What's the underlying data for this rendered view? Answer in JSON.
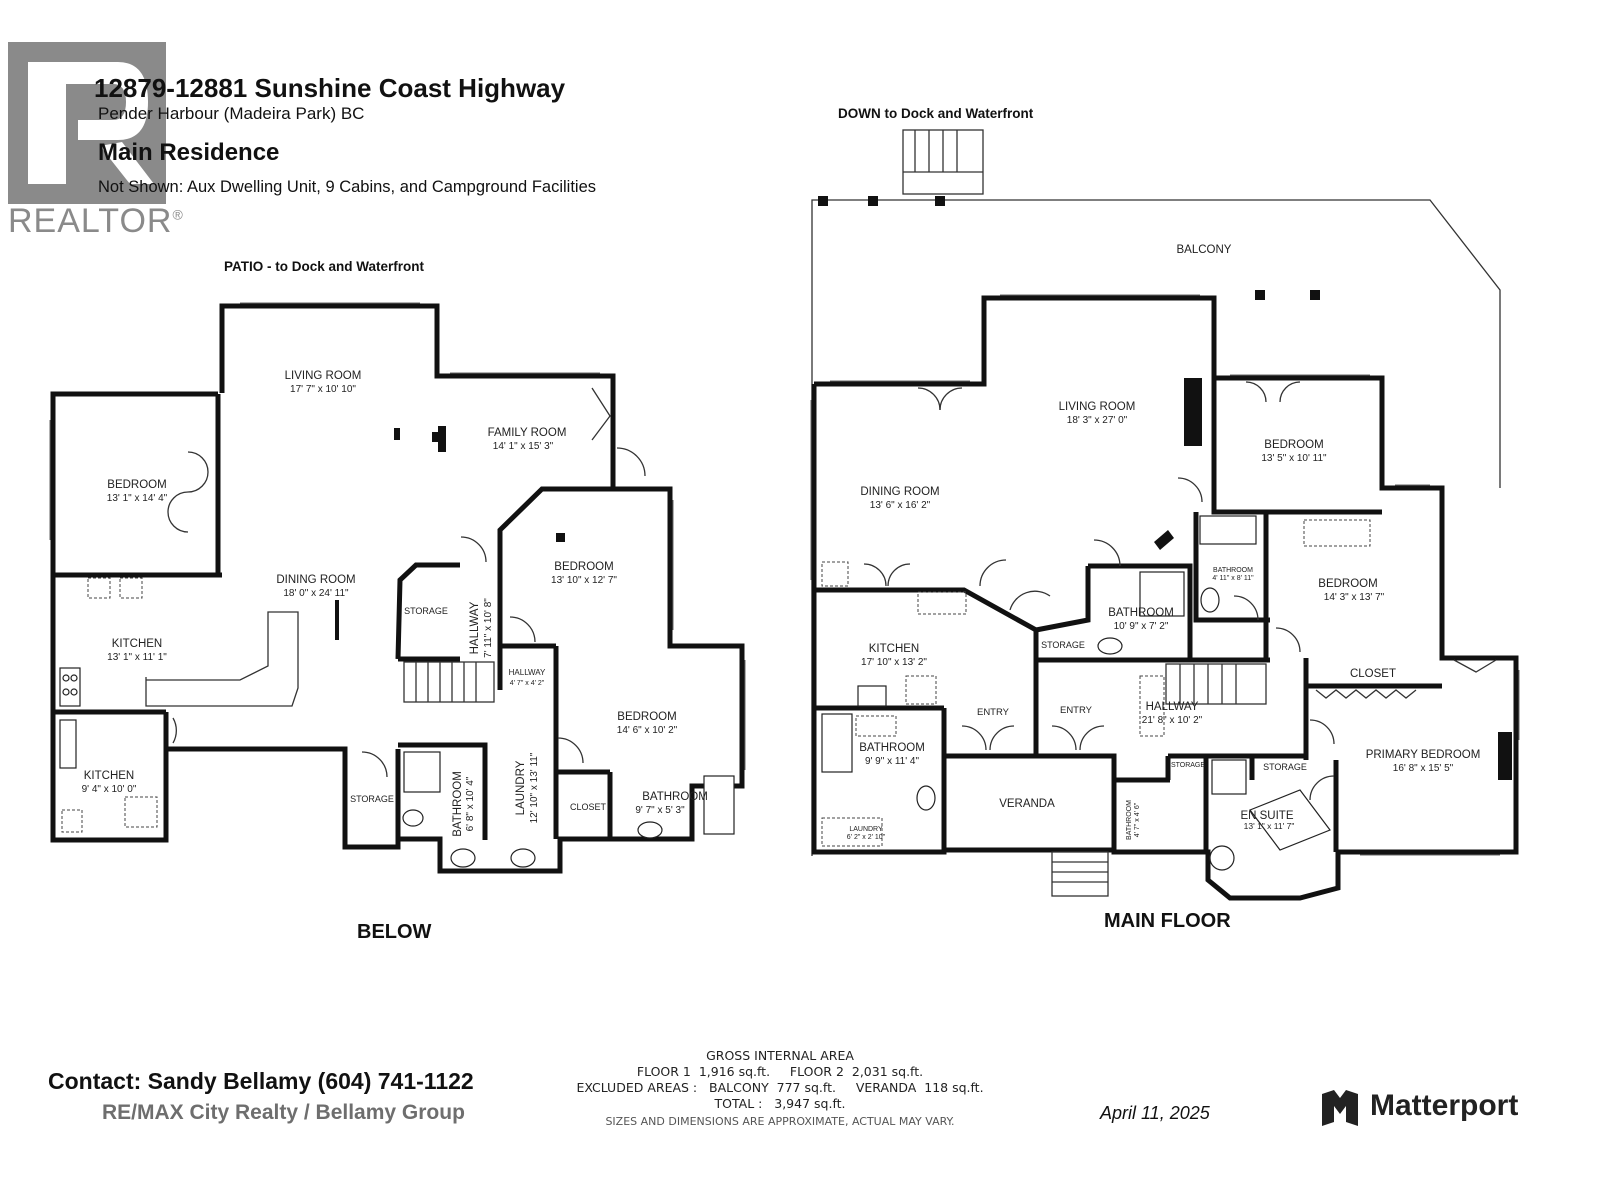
{
  "header": {
    "address": "12879-12881 Sunshine Coast Highway",
    "locality": "Pender Harbour (Madeira Park) BC",
    "residence": "Main Residence",
    "not_shown": "Not Shown: Aux Dwelling Unit, 9 Cabins, and Campground Facilities"
  },
  "logo": {
    "realtor_text": "REALTOR",
    "registered_mark": "®"
  },
  "below_plan": {
    "title": "BELOW",
    "patio_note": "PATIO - to Dock and Waterfront",
    "rooms": [
      {
        "name": "LIVING ROOM",
        "dims": "17' 7\" x 10' 10\""
      },
      {
        "name": "FAMILY ROOM",
        "dims": "14' 1\" x 15' 3\""
      },
      {
        "name": "BEDROOM",
        "dims": "13' 1\" x 14' 4\""
      },
      {
        "name": "BEDROOM",
        "dims": "13' 10\" x 12' 7\""
      },
      {
        "name": "DINING ROOM",
        "dims": "18' 0\" x 24' 11\""
      },
      {
        "name": "KITCHEN",
        "dims": "13' 1\" x 11' 1\""
      },
      {
        "name": "KITCHEN",
        "dims": "9' 4\" x 10' 0\""
      },
      {
        "name": "STORAGE",
        "dims": ""
      },
      {
        "name": "HALLWAY",
        "dims": "7' 11\" x 10' 8\""
      },
      {
        "name": "HALLWAY",
        "dims": "4' 7\" x 4' 2\""
      },
      {
        "name": "BEDROOM",
        "dims": "14' 6\" x 10' 2\""
      },
      {
        "name": "STORAGE",
        "dims": ""
      },
      {
        "name": "BATHROOM",
        "dims": "6' 8\" x 10' 4\""
      },
      {
        "name": "LAUNDRY",
        "dims": "12' 10\" x 13' 11\""
      },
      {
        "name": "CLOSET",
        "dims": ""
      },
      {
        "name": "BATHROOM",
        "dims": "9' 7\" x 5' 3\""
      }
    ]
  },
  "main_plan": {
    "title": "MAIN FLOOR",
    "dock_note": "DOWN to Dock and Waterfront",
    "rooms": [
      {
        "name": "BALCONY",
        "dims": ""
      },
      {
        "name": "LIVING ROOM",
        "dims": "18' 3\" x 27' 0\""
      },
      {
        "name": "BEDROOM",
        "dims": "13' 5\" x 10' 11\""
      },
      {
        "name": "DINING ROOM",
        "dims": "13' 6\" x 16' 2\""
      },
      {
        "name": "BATHROOM",
        "dims": "4' 11\" x 8' 11\""
      },
      {
        "name": "BEDROOM",
        "dims": "14' 3\" x 13' 7\""
      },
      {
        "name": "BATHROOM",
        "dims": "10' 9\" x 7' 2\""
      },
      {
        "name": "STORAGE",
        "dims": ""
      },
      {
        "name": "KITCHEN",
        "dims": "17' 10\" x 13' 2\""
      },
      {
        "name": "CLOSET",
        "dims": ""
      },
      {
        "name": "ENTRY",
        "dims": ""
      },
      {
        "name": "ENTRY",
        "dims": ""
      },
      {
        "name": "HALLWAY",
        "dims": "21' 8\" x 10' 2\""
      },
      {
        "name": "BATHROOM",
        "dims": "9' 9\" x 11' 4\""
      },
      {
        "name": "LAUNDRY",
        "dims": "6' 2\" x 2' 10\""
      },
      {
        "name": "VERANDA",
        "dims": ""
      },
      {
        "name": "BATHROOM",
        "dims": "4' 7\" x 4' 6\""
      },
      {
        "name": "STORAGE",
        "dims": ""
      },
      {
        "name": "STORAGE",
        "dims": ""
      },
      {
        "name": "PRIMARY BEDROOM",
        "dims": "16' 8\" x 15' 5\""
      },
      {
        "name": "EN SUITE",
        "dims": "13' 1\" x 11' 7\""
      }
    ]
  },
  "contact": {
    "line1": "Contact: Sandy Bellamy (604) 741-1122",
    "line2": "RE/MAX City Realty / Bellamy Group"
  },
  "area": {
    "heading": "GROSS INTERNAL AREA",
    "floors": "FLOOR 1  1,916 sq.ft.     FLOOR 2  2,031 sq.ft.",
    "excluded": "EXCLUDED AREAS :   BALCONY  777 sq.ft.     VERANDA  118 sq.ft.",
    "total": "TOTAL :   3,947 sq.ft.",
    "disclaimer": "SIZES AND DIMENSIONS ARE APPROXIMATE, ACTUAL MAY VARY."
  },
  "date": "April 11, 2025",
  "brand": {
    "name": "Matterport"
  },
  "colors": {
    "ink": "#111111",
    "logo_gray": "#8a8a8a",
    "contact_gray": "#6e6e6e"
  }
}
